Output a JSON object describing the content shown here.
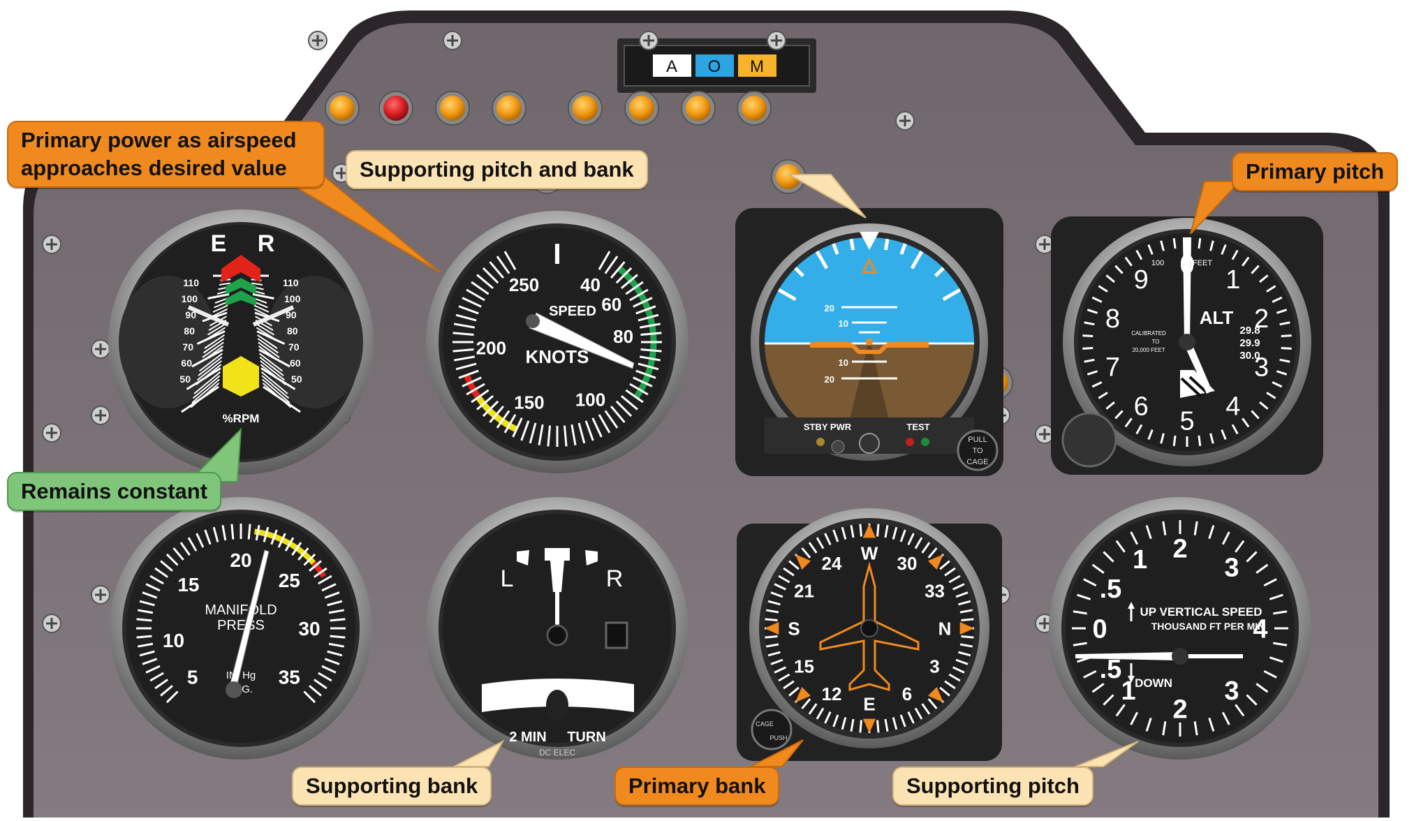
{
  "annunciator": {
    "a": "A",
    "o": "O",
    "m": "M"
  },
  "callouts": {
    "primary_power": "Primary power as airspeed approaches desired value",
    "supporting_pitch_bank": "Supporting pitch and bank",
    "primary_pitch": "Primary pitch",
    "remains_constant": "Remains constant",
    "supporting_bank": "Supporting bank",
    "primary_bank": "Primary bank",
    "supporting_pitch": "Supporting pitch"
  },
  "tachometer": {
    "left_letter": "E",
    "right_letter": "R",
    "unit": "%RPM",
    "scale": [
      "110",
      "100",
      "90",
      "80",
      "70",
      "60",
      "50"
    ]
  },
  "airspeed": {
    "label_top": "SPEED",
    "label_unit": "KNOTS",
    "marks": [
      "40",
      "60",
      "80",
      "100",
      "150",
      "200",
      "250"
    ],
    "index_mark": "I"
  },
  "attitude": {
    "pitch_marks": [
      "20",
      "10",
      "10",
      "20"
    ],
    "stby_pwr": "STBY PWR",
    "test": "TEST",
    "pull_to_cage": [
      "PULL",
      "TO",
      "CAGE"
    ]
  },
  "altimeter": {
    "digits": [
      "0",
      "1",
      "2",
      "3",
      "4",
      "5",
      "6",
      "7",
      "8",
      "9"
    ],
    "label": "ALT",
    "feet": "FEET",
    "hundred": "100",
    "calibrated": "CALIBRATED",
    "to": "TO",
    "max": "20,000 FEET",
    "kollsman": [
      "29.8",
      "29.9",
      "30.0"
    ]
  },
  "manifold": {
    "marks": [
      "5",
      "10",
      "15",
      "20",
      "25",
      "30",
      "35"
    ],
    "label_1": "MANIFOLD",
    "label_2": "PRESS",
    "unit": "IN. Hg",
    "unit_2": "ALG."
  },
  "turn_coordinator": {
    "left": "L",
    "right": "R",
    "two_min": "2 MIN",
    "turn": "TURN",
    "power": "DC ELEC"
  },
  "heading": {
    "cardinals": [
      "N",
      "3",
      "6",
      "E",
      "12",
      "15",
      "S",
      "21",
      "24",
      "W",
      "30",
      "33"
    ],
    "cage": "CAGE",
    "push": "PUSH"
  },
  "vsi": {
    "marks": [
      "0",
      ".5",
      "1",
      "2",
      "3",
      "4",
      "3",
      "2",
      "1",
      ".5"
    ],
    "up_label": "UP VERTICAL SPEED",
    "sub_label": "THOUSAND FT PER MIN",
    "down_label": "DOWN"
  },
  "colors": {
    "panel": "#7c7479",
    "panel_edge": "#2b2629",
    "face": "#1f1f1f",
    "sky": "#33aee8",
    "ground": "#7a5a34",
    "lamp": "#f19a14",
    "lamp_red": "#d91f26",
    "arc_green": "#1fa34a",
    "arc_yellow": "#f2e21a",
    "arc_red": "#e2231a",
    "callout_orange": "#f18a1e",
    "callout_cream": "#fbe3b4",
    "callout_green": "#7fc57a"
  }
}
